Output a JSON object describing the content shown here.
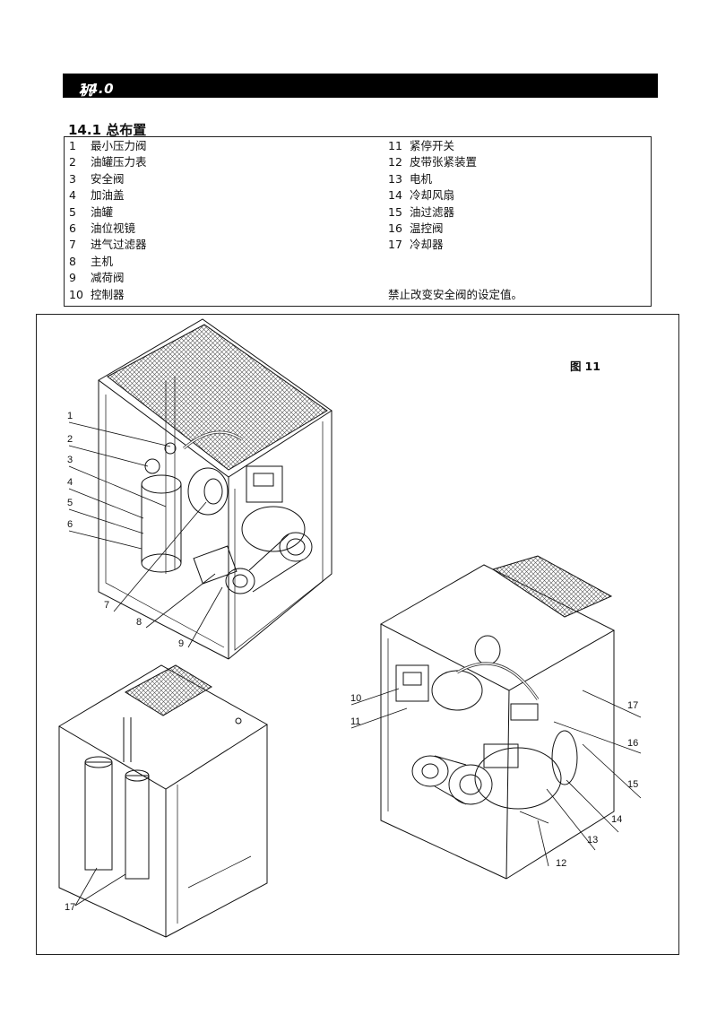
{
  "section": {
    "number": "14.0",
    "title": "机器说明"
  },
  "subsection": {
    "number": "14.1",
    "title": "总布置"
  },
  "components_left": [
    {
      "num": "1",
      "name": "最小压力阀"
    },
    {
      "num": "2",
      "name": "油罐压力表"
    },
    {
      "num": "3",
      "name": "安全阀"
    },
    {
      "num": "4",
      "name": "加油盖"
    },
    {
      "num": "5",
      "name": "油罐"
    },
    {
      "num": "6",
      "name": "油位视镜"
    },
    {
      "num": "7",
      "name": "进气过滤器"
    },
    {
      "num": "8",
      "name": "主机"
    },
    {
      "num": "9",
      "name": "减荷阀"
    },
    {
      "num": "10",
      "name": "控制器"
    }
  ],
  "components_right": [
    {
      "num": "11",
      "name": "紧停开关"
    },
    {
      "num": "12",
      "name": "皮带张紧装置"
    },
    {
      "num": "13",
      "name": "电机"
    },
    {
      "num": "14",
      "name": "冷却风扇"
    },
    {
      "num": "15",
      "name": "油过滤器"
    },
    {
      "num": "16",
      "name": "温控阀"
    },
    {
      "num": "17",
      "name": "冷却器"
    }
  ],
  "warning": "禁止改变安全阀的设定值。",
  "figure": {
    "label": "图",
    "number": "11"
  },
  "callouts": {
    "c1": "1",
    "c2": "2",
    "c3": "3",
    "c4": "4",
    "c5": "5",
    "c6": "6",
    "c7": "7",
    "c8": "8",
    "c9": "9",
    "c10": "10",
    "c11": "11",
    "c12": "12",
    "c13": "13",
    "c14": "14",
    "c15": "15",
    "c16": "16",
    "c17": "17",
    "c17b": "17"
  },
  "colors": {
    "ink": "#111111",
    "bar": "#000000",
    "paper": "#ffffff",
    "hatch": "#555555"
  }
}
